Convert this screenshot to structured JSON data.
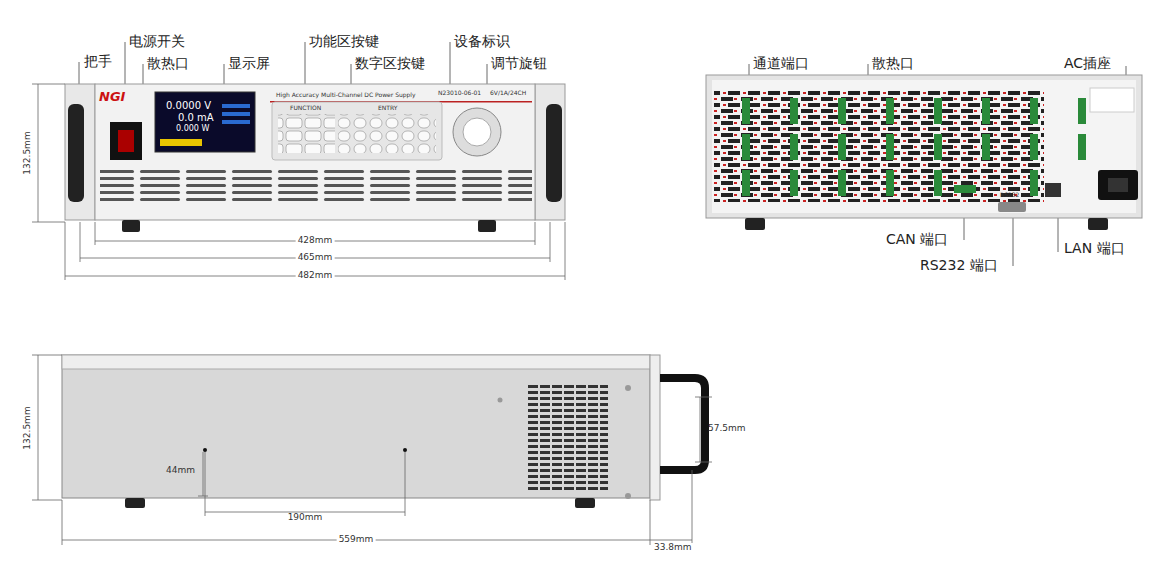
{
  "diagram": {
    "labels": [
      "把手",
      "电源开关",
      "散热口",
      "显示屏",
      "功能区按键",
      "数字区按键",
      "设备标识",
      "调节旋钮",
      "通道端口",
      "散热口",
      "AC插座",
      "CAN 端口",
      "RS232 端口",
      "LAN 端口",
      "132.5mm",
      "428mm",
      "465mm",
      "482mm",
      "132.5mm",
      "57.5mm",
      "44mm",
      "190mm",
      "559mm",
      "33.8mm",
      "0.0000 V",
      "0.0 mA",
      "0.000 W",
      "NGI",
      "High Accuracy Multi-Channel DC Power Supply",
      "N23010-06-01",
      "6V/1A/24CH",
      "FUNCTION",
      "ENTRY",
      "RS232"
    ]
  }
}
